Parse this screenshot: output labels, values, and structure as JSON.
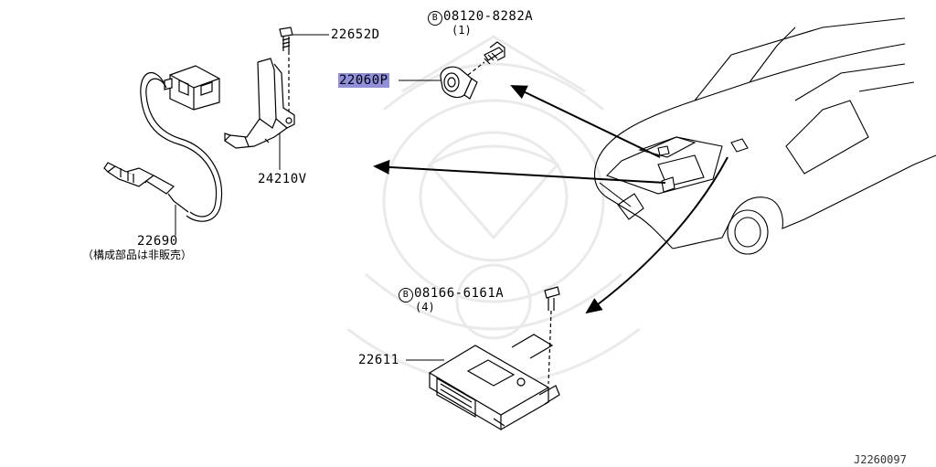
{
  "labels": {
    "bolt_1_part": "08120-8282A",
    "bolt_1_qty": "(1)",
    "bolt_2_part": "08166-6161A",
    "bolt_2_qty": "(4)",
    "bolt_marker": "B",
    "screw_part": "22652D",
    "knock_sensor_part": "22060P",
    "bracket_part": "24210V",
    "o2_sensor_part": "22690",
    "o2_sensor_note": "（構成部品は非販売）",
    "ecu_part": "22611"
  },
  "figure_id": "J2260097",
  "highlight_color": "#8f8fdc",
  "watermark": "samurai-helmet-logo"
}
